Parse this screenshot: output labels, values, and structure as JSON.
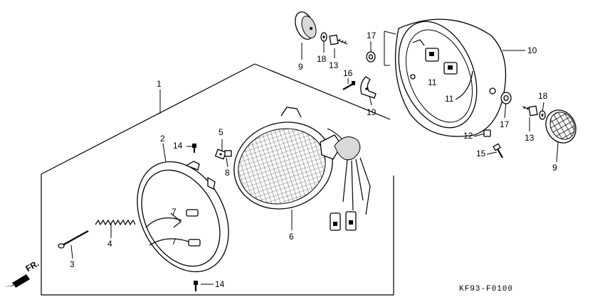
{
  "diagram": {
    "drawing_code": "KF93-F0100",
    "direction_label": "FR.",
    "callouts": [
      {
        "id": "c1",
        "text": "1"
      },
      {
        "id": "c2",
        "text": "2"
      },
      {
        "id": "c3",
        "text": "3"
      },
      {
        "id": "c4",
        "text": "4"
      },
      {
        "id": "c5",
        "text": "5"
      },
      {
        "id": "c6",
        "text": "6"
      },
      {
        "id": "c7a",
        "text": "7"
      },
      {
        "id": "c7b",
        "text": "7"
      },
      {
        "id": "c8",
        "text": "8"
      },
      {
        "id": "c9a",
        "text": "9"
      },
      {
        "id": "c9b",
        "text": "9"
      },
      {
        "id": "c10",
        "text": "10"
      },
      {
        "id": "c11a",
        "text": "11"
      },
      {
        "id": "c11b",
        "text": "11"
      },
      {
        "id": "c12",
        "text": "12"
      },
      {
        "id": "c13a",
        "text": "13"
      },
      {
        "id": "c13b",
        "text": "13"
      },
      {
        "id": "c14a",
        "text": "14"
      },
      {
        "id": "c14b",
        "text": "14"
      },
      {
        "id": "c15",
        "text": "15"
      },
      {
        "id": "c16",
        "text": "16"
      },
      {
        "id": "c17a",
        "text": "17"
      },
      {
        "id": "c17b",
        "text": "17"
      },
      {
        "id": "c18a",
        "text": "18"
      },
      {
        "id": "c18b",
        "text": "18"
      },
      {
        "id": "c19",
        "text": "19"
      }
    ]
  }
}
